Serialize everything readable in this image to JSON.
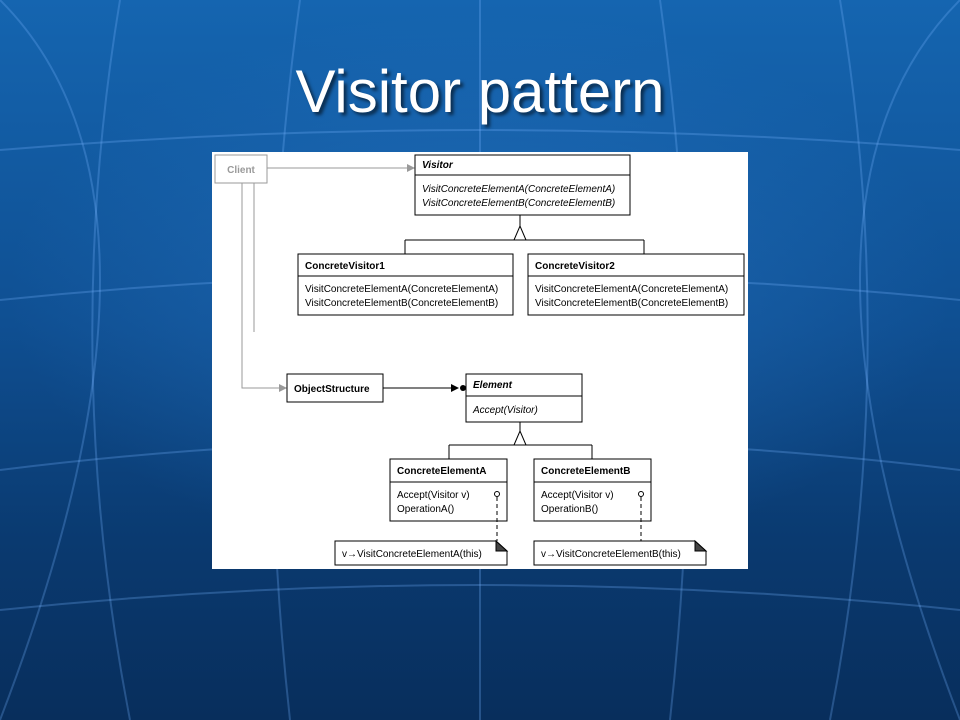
{
  "slide": {
    "title": "Visitor pattern"
  },
  "diagram": {
    "client": "Client",
    "visitor": {
      "name": "Visitor",
      "ops": [
        "VisitConcreteElementA(ConcreteElementA)",
        "VisitConcreteElementB(ConcreteElementB)"
      ]
    },
    "concrete_visitor_1": {
      "name": "ConcreteVisitor1",
      "ops": [
        "VisitConcreteElementA(ConcreteElementA)",
        "VisitConcreteElementB(ConcreteElementB)"
      ]
    },
    "concrete_visitor_2": {
      "name": "ConcreteVisitor2",
      "ops": [
        "VisitConcreteElementA(ConcreteElementA)",
        "VisitConcreteElementB(ConcreteElementB)"
      ]
    },
    "object_structure": "ObjectStructure",
    "element": {
      "name": "Element",
      "ops": [
        "Accept(Visitor)"
      ]
    },
    "concrete_element_a": {
      "name": "ConcreteElementA",
      "ops": [
        "Accept(Visitor v)",
        "OperationA()"
      ],
      "note": "v→VisitConcreteElementA(this)"
    },
    "concrete_element_b": {
      "name": "ConcreteElementB",
      "ops": [
        "Accept(Visitor v)",
        "OperationB()"
      ],
      "note": "v→VisitConcreteElementB(this)"
    }
  },
  "colors": {
    "client_gray": "#9a9a9a",
    "line": "#000000"
  }
}
